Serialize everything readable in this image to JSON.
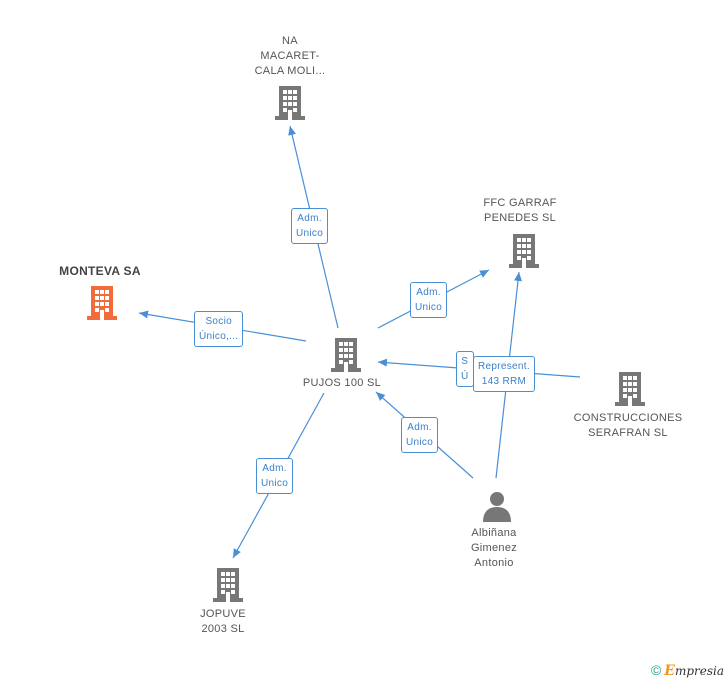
{
  "nodes": {
    "na_macaret": {
      "label": [
        "NA",
        "MACARET-",
        "CALA MOLI..."
      ]
    },
    "ffc_garraf": {
      "label": [
        "FFC GARRAF",
        "PENEDES SL"
      ]
    },
    "monteva": {
      "label": [
        "MONTEVA SA"
      ]
    },
    "pujos": {
      "label": [
        "PUJOS 100 SL"
      ]
    },
    "construcciones": {
      "label": [
        "CONSTRUCCIONES",
        "SERAFRAN SL"
      ]
    },
    "albinana": {
      "label": [
        "Albiñana",
        "Gimenez",
        "Antonio"
      ]
    },
    "jopuve": {
      "label": [
        "JOPUVE",
        "2003 SL"
      ]
    }
  },
  "edges": {
    "pujos_na": {
      "label": [
        "Adm.",
        "Unico"
      ]
    },
    "pujos_ffc": {
      "label": [
        "Adm.",
        "Unico"
      ]
    },
    "pujos_monteva": {
      "label": [
        "Socio",
        "Único,..."
      ]
    },
    "construcciones_pujos": {
      "label": [
        "S",
        "Ú"
      ]
    },
    "albinana_ffc": {
      "label": [
        "Represent.",
        "143 RRM"
      ]
    },
    "albinana_pujos": {
      "label": [
        "Adm.",
        "Unico"
      ]
    },
    "pujos_jopuve": {
      "label": [
        "Adm.",
        "Unico"
      ]
    }
  },
  "footer": {
    "copyright": "©",
    "brand_initial": "E",
    "brand_rest": "mpresia"
  },
  "colors": {
    "edge": "#4a8fd6",
    "building": "#777777",
    "building_highlight": "#f26b3a",
    "person": "#777777"
  }
}
